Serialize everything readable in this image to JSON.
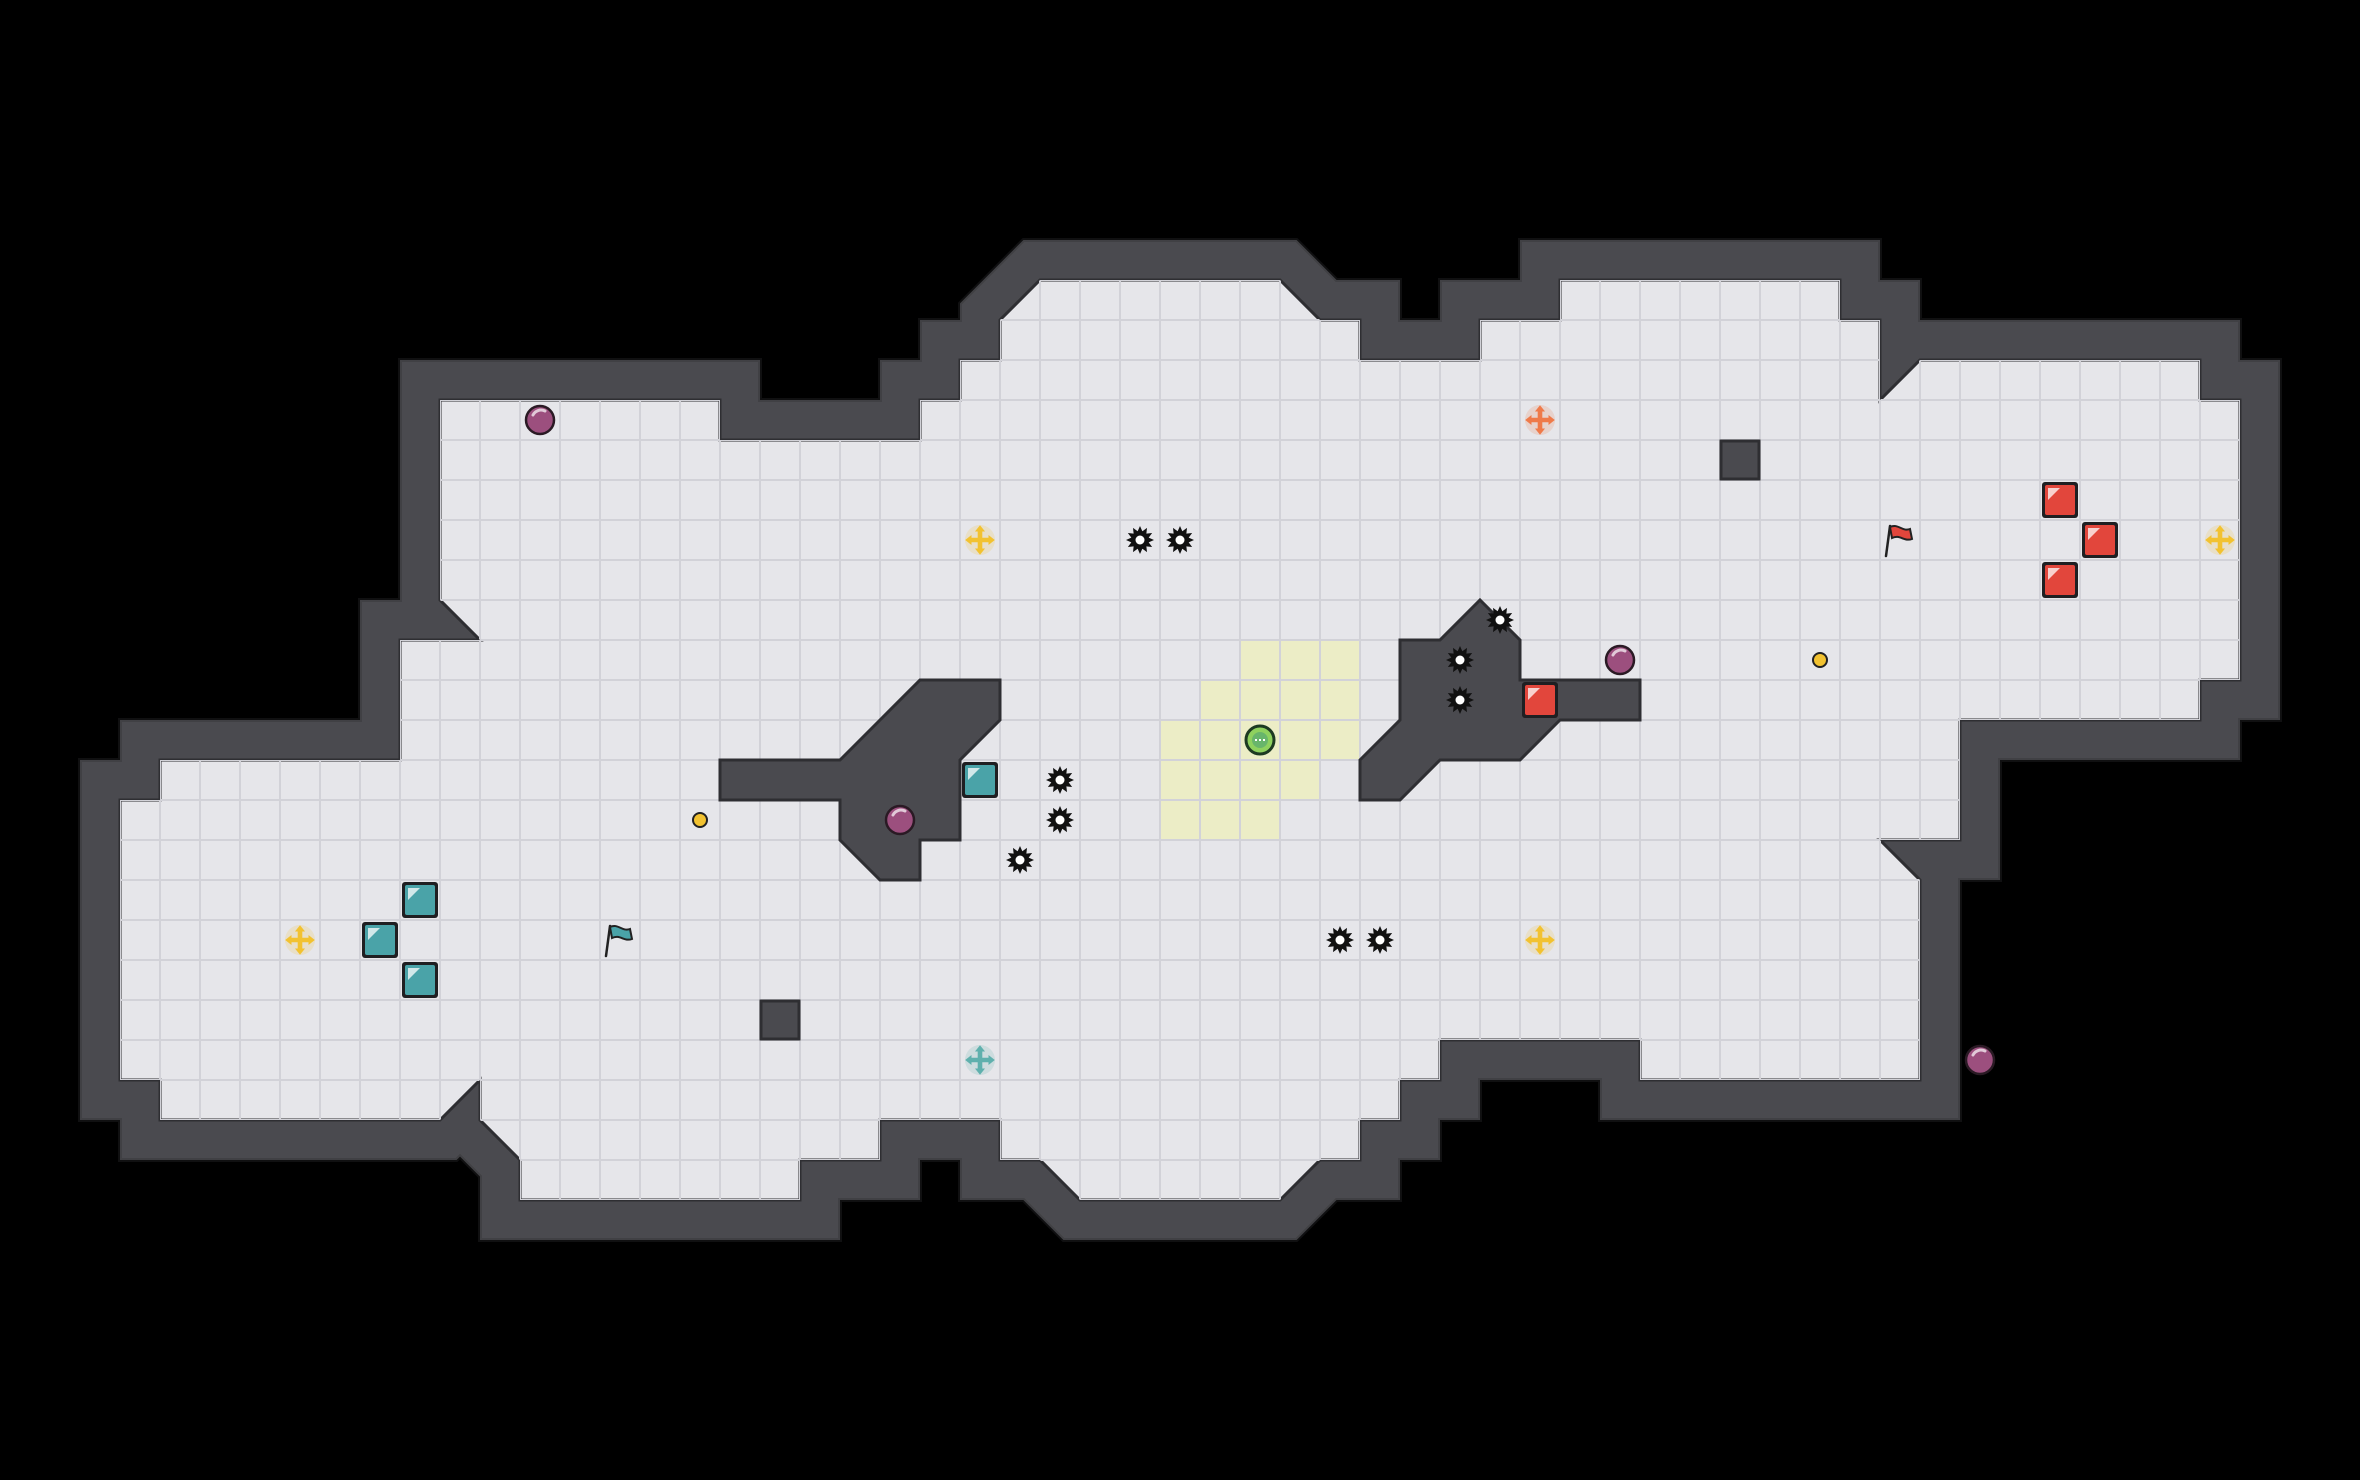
{
  "colors": {
    "background": "#000000",
    "wall": "#4a4a4f",
    "wall_edge": "#2e2e32",
    "floor": "#e6e6ea",
    "grid_line": "#d2d2d8",
    "highlight": "#ecedc6",
    "red_team": "#e2463c",
    "blue_team": "#4aa3a8",
    "boost_yellow": "#f2c230",
    "boost_red": "#ef7a4a",
    "boost_blue": "#5fb0ad",
    "powerup": "#9c4f7e",
    "ball": "#8ed15e",
    "spike": "#111111"
  },
  "icons": {
    "spike": "spike-icon",
    "flag": "flag-icon",
    "boost": "boost-pad-icon",
    "powerup": "powerup-icon",
    "gate": "team-gate-icon",
    "token": "token-icon",
    "player": "player-ball-icon"
  },
  "map": {
    "teams": [
      "red",
      "blue"
    ],
    "flags": [
      {
        "team": "red",
        "col": 45,
        "row": 7
      },
      {
        "team": "blue",
        "col": 13,
        "row": 17
      }
    ],
    "gates": [
      {
        "team": "red",
        "col": 49,
        "row": 6
      },
      {
        "team": "red",
        "col": 50,
        "row": 7
      },
      {
        "team": "red",
        "col": 49,
        "row": 8
      },
      {
        "team": "red",
        "col": 36,
        "row": 11
      },
      {
        "team": "blue",
        "col": 8,
        "row": 16
      },
      {
        "team": "blue",
        "col": 7,
        "row": 17
      },
      {
        "team": "blue",
        "col": 8,
        "row": 18
      },
      {
        "team": "blue",
        "col": 22,
        "row": 13
      }
    ],
    "spikes": [
      [
        26,
        7
      ],
      [
        27,
        7
      ],
      [
        35,
        9
      ],
      [
        34,
        10
      ],
      [
        34,
        11
      ],
      [
        24,
        13
      ],
      [
        24,
        14
      ],
      [
        23,
        15
      ],
      [
        31,
        17
      ],
      [
        32,
        17
      ]
    ],
    "boosts": [
      {
        "kind": "yellow",
        "col": 22,
        "row": 7
      },
      {
        "kind": "yellow",
        "col": 53,
        "row": 7
      },
      {
        "kind": "yellow",
        "col": 5,
        "row": 17
      },
      {
        "kind": "yellow",
        "col": 36,
        "row": 17
      },
      {
        "kind": "red",
        "col": 36,
        "row": 4
      },
      {
        "kind": "blue",
        "col": 22,
        "row": 20
      }
    ],
    "powerups": [
      [
        11,
        4
      ],
      [
        38,
        10
      ],
      [
        20,
        14
      ],
      [
        47,
        20
      ]
    ],
    "tokens": [
      [
        43,
        10
      ],
      [
        15,
        14
      ]
    ],
    "player": {
      "col": 29,
      "row": 12
    },
    "highlight_tiles": [
      [
        29,
        10
      ],
      [
        30,
        10
      ],
      [
        31,
        10
      ],
      [
        28,
        11
      ],
      [
        29,
        11
      ],
      [
        30,
        11
      ],
      [
        31,
        11
      ],
      [
        27,
        12
      ],
      [
        28,
        12
      ],
      [
        29,
        12
      ],
      [
        30,
        12
      ],
      [
        31,
        12
      ],
      [
        27,
        13
      ],
      [
        28,
        13
      ],
      [
        29,
        13
      ],
      [
        30,
        13
      ],
      [
        27,
        14
      ],
      [
        28,
        14
      ],
      [
        29,
        14
      ]
    ],
    "block_tiles": [
      [
        41,
        5
      ],
      [
        17,
        19
      ]
    ]
  }
}
